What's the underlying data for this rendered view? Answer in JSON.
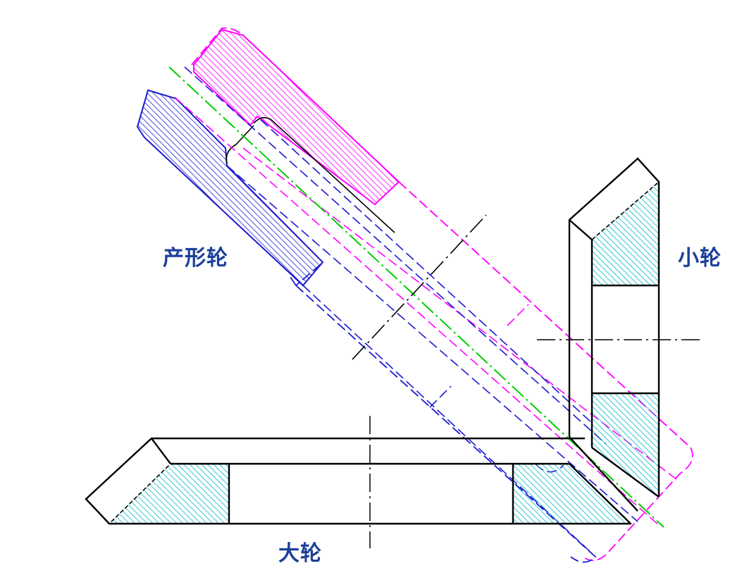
{
  "labels": {
    "generating_wheel": "产形轮",
    "pinion": "小轮",
    "gear": "大轮"
  },
  "colors": {
    "outline": "#000000",
    "generating_top": "#ff00ff",
    "generating_bottom": "#1a1ad0",
    "center_line": "#00cc00",
    "section_fill": "#00b8c8",
    "label_text": "#1c3f9a"
  }
}
